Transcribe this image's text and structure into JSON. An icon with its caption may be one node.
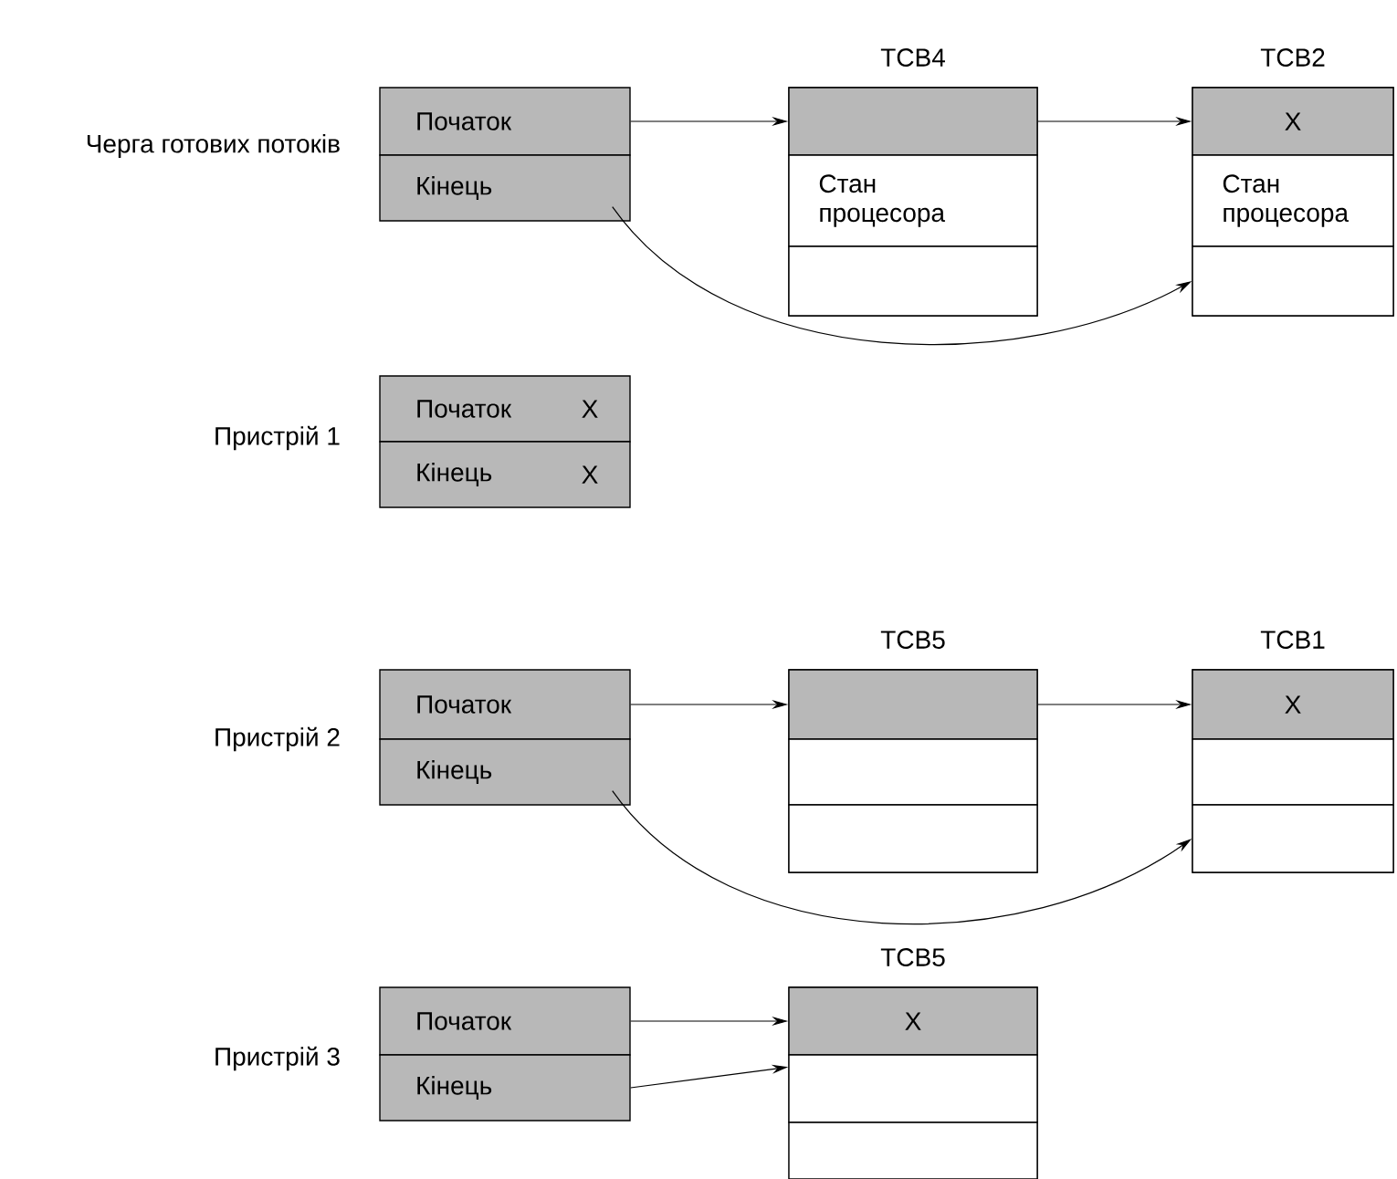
{
  "diagram": {
    "nodes": [
      {
        "text": [
          "Початок"
        ]
      },
      {
        "text": [
          "Кінець"
        ]
      },
      {
        "text": [
          "TCB4"
        ]
      },
      {
        "text": [],
        "shape": "box",
        "in": 2
      },
      {
        "text": [
          "Стан процесора"
        ],
        "in": 2
      },
      {
        "text": [],
        "shape": "box",
        "in": 2
      },
      {
        "text": [
          "TCB2"
        ]
      },
      {
        "text": [
          "X"
        ],
        "in": 6
      },
      {
        "text": [
          "Стан процесора"
        ],
        "in": 6
      },
      {
        "text": [],
        "shape": "box",
        "in": 6
      },
      {
        "text": [
          "Початок",
          "X"
        ]
      },
      {
        "text": [
          "Кінець",
          "X"
        ]
      },
      {
        "text": [
          "Початок"
        ]
      },
      {
        "text": [
          "Кінець"
        ]
      },
      {
        "text": [
          "TCB5"
        ]
      },
      {
        "text": [],
        "shape": "box",
        "in": 14
      },
      {
        "text": [],
        "shape": "box",
        "in": 14
      },
      {
        "text": [],
        "shape": "box",
        "in": 14
      },
      {
        "text": [
          "TCB1"
        ]
      },
      {
        "text": [
          "X"
        ],
        "in": 18
      },
      {
        "text": [],
        "shape": "box",
        "in": 18
      },
      {
        "text": [],
        "shape": "box",
        "in": 18
      },
      {
        "text": [
          "Початок"
        ]
      },
      {
        "text": [
          "Кінець"
        ]
      },
      {
        "text": [
          "TCB5"
        ]
      },
      {
        "text": [
          "X"
        ],
        "in": 24
      },
      {
        "text": [],
        "shape": "box",
        "in": 24
      },
      {
        "text": [],
        "shape": "box",
        "in": 24
      }
    ],
    "edges": [
      {
        "from": 0,
        "to": 3,
        "arrow": "to"
      },
      {
        "from": 3,
        "to": 7,
        "arrow": "to"
      },
      {
        "from": 1,
        "to": 9,
        "arrow": "to"
      },
      {
        "from": 12,
        "to": 15,
        "arrow": "to"
      },
      {
        "from": 15,
        "to": 19,
        "arrow": "to"
      },
      {
        "from": 13,
        "to": 21,
        "arrow": "to"
      },
      {
        "from": 22,
        "to": 25,
        "arrow": "to"
      },
      {
        "from": 23,
        "to": 26,
        "arrow": "to"
      }
    ],
    "labels": [
      "Черга готових потоків",
      "Пристрій 1",
      "Пристрій 2",
      "Пристрій 3"
    ]
  }
}
